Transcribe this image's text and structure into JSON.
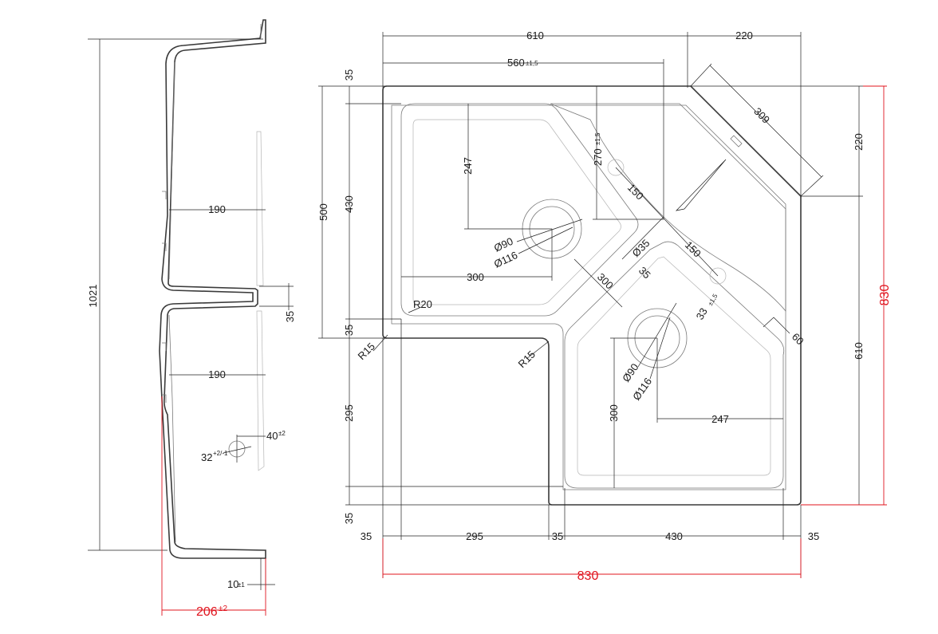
{
  "drawing": {
    "side_view": {
      "height": "1021",
      "bowl_width_top": "190",
      "bowl_width_bottom": "190",
      "gap_depth": "35",
      "overflow_offset": "40",
      "overflow_offset_tol": "±2",
      "overflow_diameter": "32",
      "overflow_diameter_tol": "+2/-1",
      "rim_thickness": "10",
      "rim_thickness_tol": "±1",
      "overall_depth": "206",
      "overall_depth_tol": "±2"
    },
    "top_view": {
      "width_top_left": "610",
      "width_top_right": "220",
      "inner_width": "560",
      "inner_width_tol": "±1,5",
      "diagonal_edge": "309",
      "left_margin_top": "35",
      "left_bowl_depth": "430",
      "left_total": "500",
      "left_margin_mid": "35",
      "left_drain_height": "247",
      "left_drain_width": "300",
      "lower_left": "295",
      "left_margin_bottom": "35",
      "right_top": "220",
      "right_side": "610",
      "overall_height": "830",
      "overall_width": "830",
      "bottom_35a": "35",
      "bottom_295": "295",
      "bottom_35b": "35",
      "bottom_430": "430",
      "bottom_35c": "35",
      "radius_20": "R20",
      "radius_15a": "R15",
      "radius_15b": "R15",
      "drain_90_left": "Ø90",
      "drain_116_left": "Ø116",
      "drain_90_right": "Ø90",
      "drain_116_right": "Ø116",
      "tap_hole": "Ø35",
      "tap_offset": "270",
      "tap_offset_tol": "±1,5",
      "diag_150a": "150",
      "diag_150b": "150",
      "diag_300": "300",
      "diag_35": "35",
      "overflow_33": "33",
      "overflow_33_tol": "±1,5",
      "edge_60": "60",
      "right_drain_width": "247",
      "right_drain_height": "300"
    }
  }
}
